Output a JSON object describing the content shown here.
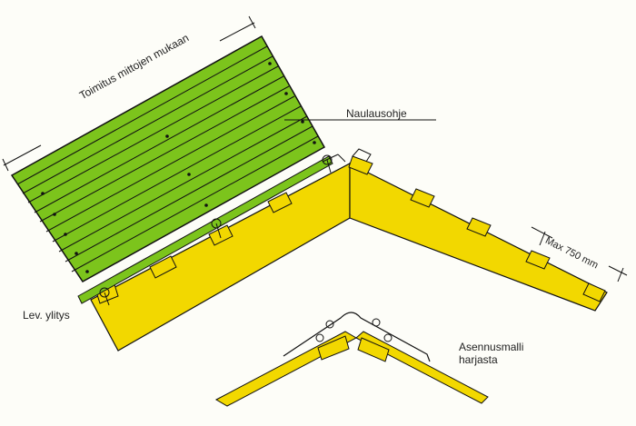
{
  "labels": {
    "delivery": "Toimitus mittojen mukaan",
    "nailing": "Naulausohje",
    "overlap": "Lev. ylitys",
    "max_spacing": "Max 750 mm",
    "ridge_line1": "Asennusmalli",
    "ridge_line2": "harjasta"
  },
  "colors": {
    "sheet": "#7cc41c",
    "wood": "#f2d800",
    "line": "#111111"
  }
}
